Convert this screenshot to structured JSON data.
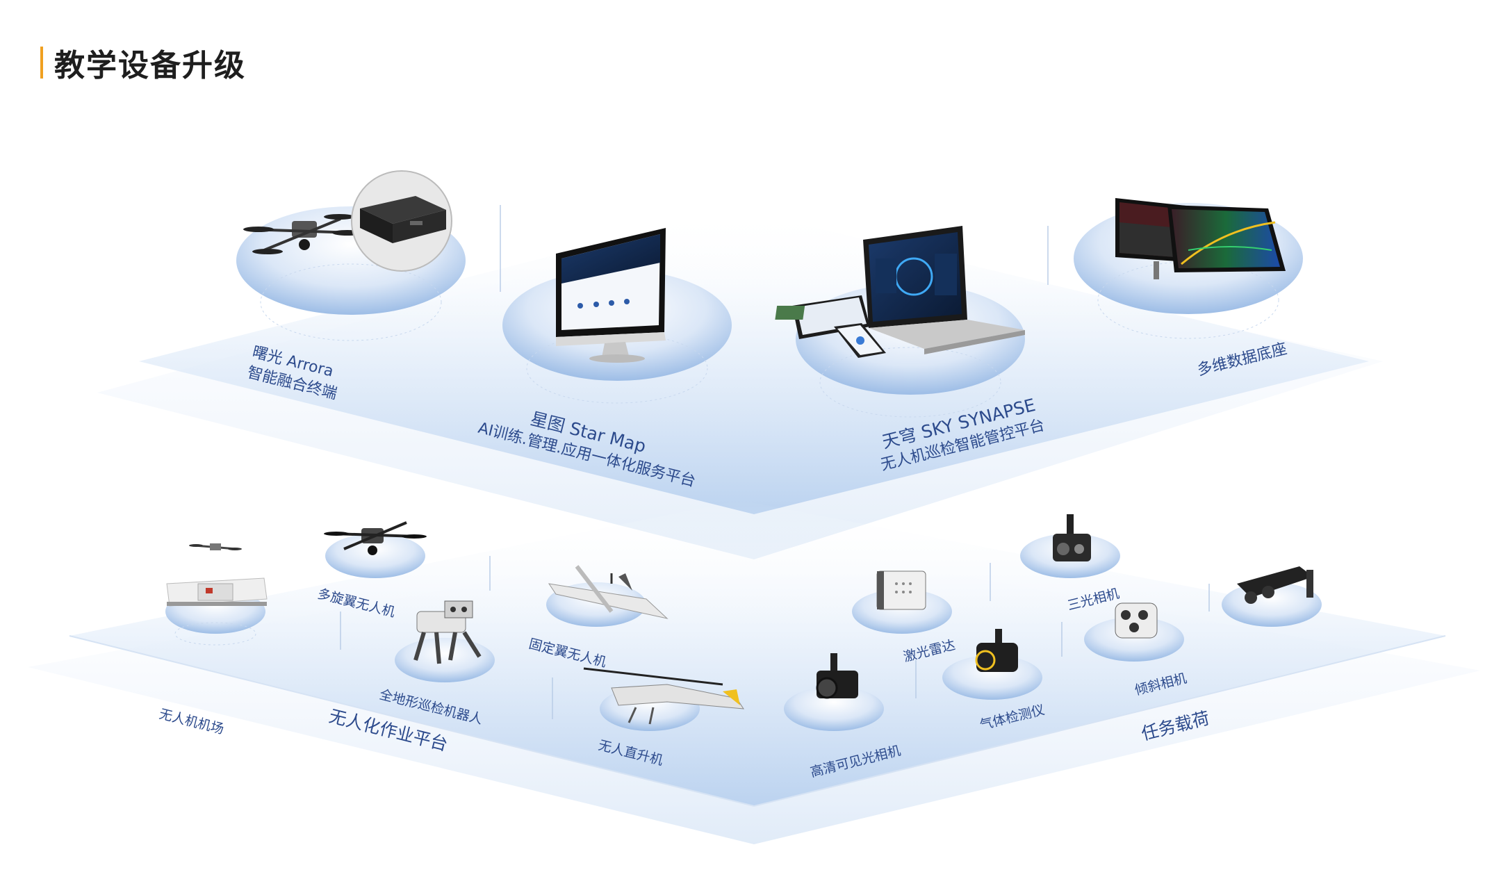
{
  "page": {
    "title": "教学设备升级"
  },
  "software_layer": {
    "items": [
      {
        "name": "曙光 Arrora",
        "desc": "智能融合终端"
      },
      {
        "name": "星图 Star Map",
        "desc": "AI训练.管理.应用一体化服务平台"
      },
      {
        "name": "天穹 SKY SYNAPSE",
        "desc": "无人机巡检智能管控平台"
      },
      {
        "name": "多维数据底座",
        "desc": ""
      }
    ]
  },
  "hardware_layer": {
    "platform_title": "无人化作业平台",
    "payload_title": "任务载荷",
    "platforms": [
      "无人机机场",
      "多旋翼无人机",
      "全地形巡检机器人",
      "固定翼无人机",
      "无人直升机"
    ],
    "payloads": [
      "高清可见光相机",
      "激光雷达",
      "气体检测仪",
      "三光相机",
      "倾斜相机"
    ]
  },
  "colors": {
    "accent": "#f0a020",
    "label": "#2c4a8c",
    "plate": "#c9dcf3"
  }
}
